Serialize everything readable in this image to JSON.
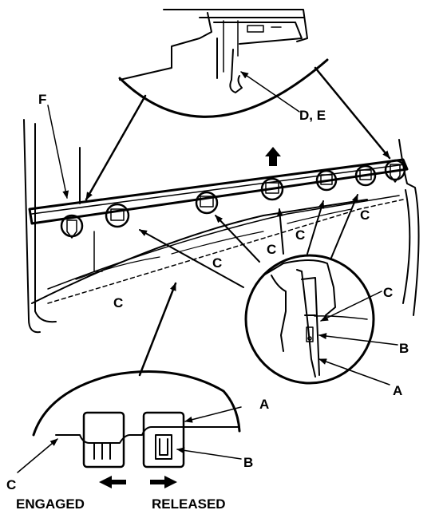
{
  "labels": {
    "a": "A",
    "b": "B",
    "c": "C",
    "de": "D, E",
    "f": "F",
    "engaged": "ENGAGED",
    "released": "RELEASED"
  }
}
